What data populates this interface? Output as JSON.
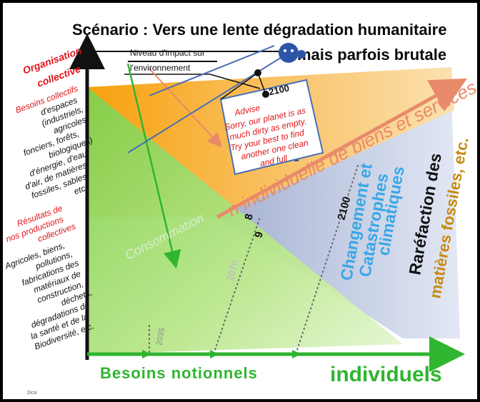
{
  "title": "Scénario : Vers une lente dégradation humanitaire",
  "title_line2": "mais parfois brutale",
  "impact_box": {
    "line1": "Niveau d'impact sur",
    "line2": "l'environnement"
  },
  "y_axis": {
    "heading": [
      "Organisation",
      "collective"
    ]
  },
  "left_column": {
    "section1_title": [
      "Besoins collectifs",
      "d'espaces"
    ],
    "section1_lines": [
      "(industriels,",
      "agricoles,",
      "fonciers, forêts,",
      "biologiques)",
      "d'énergie, d'eau,",
      "d'air, de matières",
      "fossiles, sables,",
      "etc."
    ],
    "section2_title": [
      "Résultats de",
      "nos productions",
      "collectives"
    ],
    "section2_lines": [
      "Agricoles, biens,",
      "pollutions,",
      "fabrications des",
      "matériaux de",
      "construction,",
      "déchets,",
      "dégradations de",
      "la santé et de la",
      "Biodiversité, etc."
    ],
    "footnote": "Dcsi"
  },
  "sign": {
    "year": "2100",
    "heading": "Advise",
    "lines": [
      "Sorry, our planet is as",
      "much dirty as empty.",
      "Try your best to find",
      "another one clean",
      "and full"
    ]
  },
  "diagonal_label": "Production individuelle de biens et services",
  "diagonal_visible": "n individuelle de biens et services",
  "consumption_label": "Consommation",
  "year_marks": [
    "2035",
    "2070",
    "2100"
  ],
  "small_marks": [
    "8",
    "9"
  ],
  "climate_text": [
    "Changement et",
    "Catastrophes",
    "climatiques"
  ],
  "fossil_text": [
    "Raréfaction des",
    "matières fossiles, etc."
  ],
  "x_axis": {
    "label_small": "Besoins notionnels",
    "label_large": "individuels"
  },
  "colors": {
    "title": "#0a0a0a",
    "red_text": "#e0161b",
    "orange": "#f5a40f",
    "green": "#8fd14a",
    "axis_green": "#2fb52f",
    "blue_text": "#3aa6e6",
    "steel": "#7b8fb8"
  }
}
